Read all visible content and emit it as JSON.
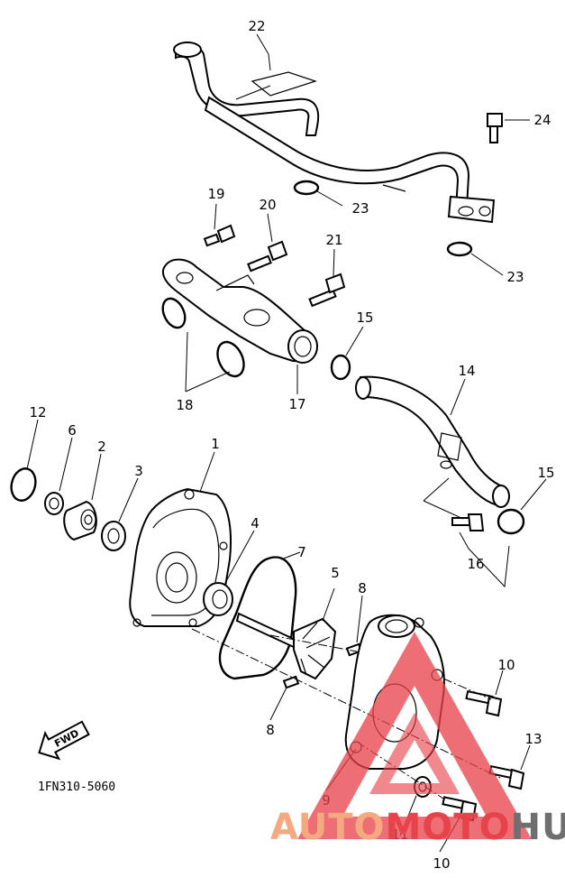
{
  "diagram_code": "1FN310-5060",
  "fwd_label": "FWD",
  "callouts": [
    {
      "id": "c22a",
      "text": "22"
    },
    {
      "id": "c24",
      "text": "24"
    },
    {
      "id": "c23a",
      "text": "23"
    },
    {
      "id": "c23b",
      "text": "23"
    },
    {
      "id": "c19",
      "text": "19"
    },
    {
      "id": "c20",
      "text": "20"
    },
    {
      "id": "c21",
      "text": "21"
    },
    {
      "id": "c15a",
      "text": "15"
    },
    {
      "id": "c18",
      "text": "18"
    },
    {
      "id": "c17",
      "text": "17"
    },
    {
      "id": "c14",
      "text": "14"
    },
    {
      "id": "c12",
      "text": "12"
    },
    {
      "id": "c6",
      "text": "6"
    },
    {
      "id": "c2",
      "text": "2"
    },
    {
      "id": "c3",
      "text": "3"
    },
    {
      "id": "c1",
      "text": "1"
    },
    {
      "id": "c15b",
      "text": "15"
    },
    {
      "id": "c16",
      "text": "16"
    },
    {
      "id": "c4",
      "text": "4"
    },
    {
      "id": "c7",
      "text": "7"
    },
    {
      "id": "c5",
      "text": "5"
    },
    {
      "id": "c8a",
      "text": "8"
    },
    {
      "id": "c10a",
      "text": "10"
    },
    {
      "id": "c8b",
      "text": "8"
    },
    {
      "id": "c13",
      "text": "13"
    },
    {
      "id": "c9",
      "text": "9"
    },
    {
      "id": "c11",
      "text": "11"
    },
    {
      "id": "c10b",
      "text": "10"
    }
  ],
  "watermark": {
    "part1": "AUTO",
    "part2": "MOTO",
    "part3": "HUB",
    "color_light": "#f4a981",
    "color_red": "#e8434b",
    "color_grey": "#6f6f6f"
  }
}
